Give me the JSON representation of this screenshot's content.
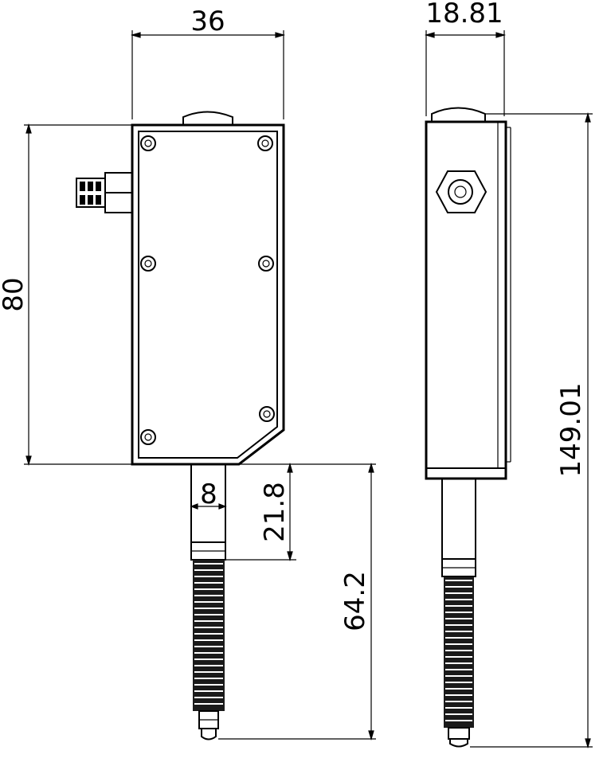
{
  "drawing": {
    "colors": {
      "line": "#000000",
      "background": "#ffffff",
      "fill_dark": "#1a1a1a"
    },
    "dimensions": {
      "front_width": "36",
      "front_height": "80",
      "rod_diameter": "8",
      "rod_length": "21.8",
      "probe_length": "64.2",
      "side_width": "18.81",
      "total_length": "149.01"
    }
  }
}
